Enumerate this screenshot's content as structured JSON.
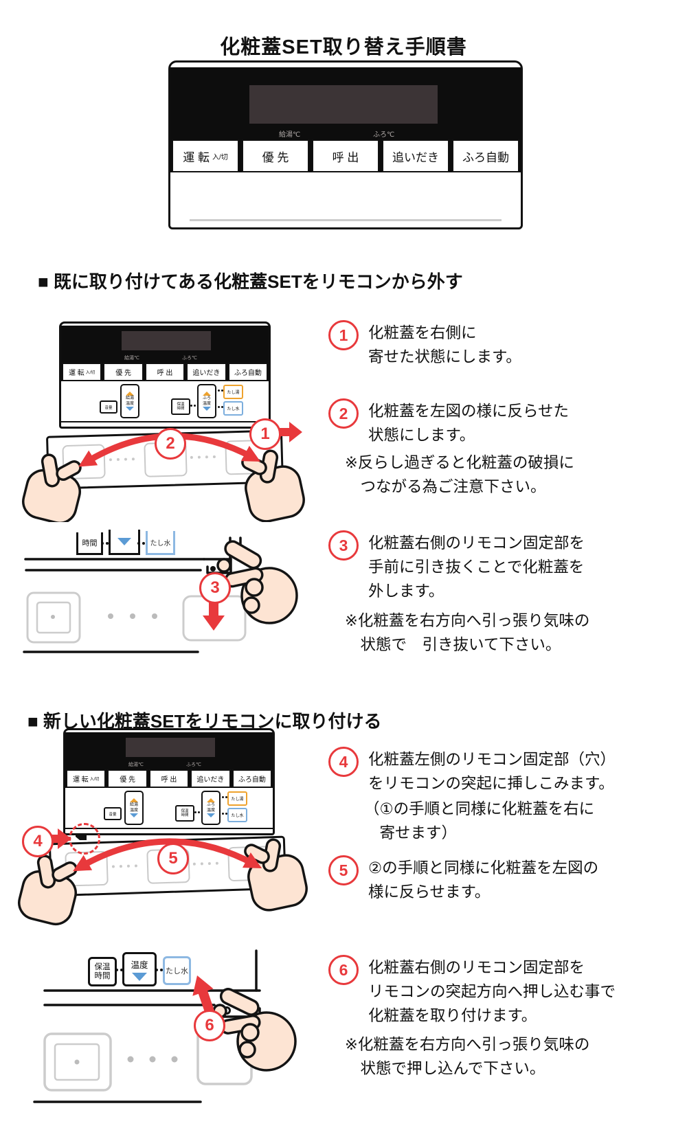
{
  "title": "化粧蓋SET取り替え手順書",
  "colors": {
    "red": "#e8393c",
    "orange": "#eea22d",
    "blue": "#5b9bd5",
    "light_blue_border": "#8db8e2",
    "skin": "#fde4d3",
    "display": "#3c3436"
  },
  "remote": {
    "display_labels": {
      "kyuto": "給湯℃",
      "furo": "ふろ℃"
    },
    "buttons": [
      {
        "main": "運 転",
        "sub": "入/切"
      },
      {
        "main": "優 先",
        "sub": ""
      },
      {
        "main": "呼 出",
        "sub": ""
      },
      {
        "main": "追いだき",
        "sub": ""
      },
      {
        "main": "ふろ自動",
        "sub": ""
      }
    ],
    "inner": {
      "volume": "音量",
      "kyuto": "給湯",
      "ondo": "温度",
      "hoon": "保温",
      "jikan": "時間",
      "furo": "ふろ",
      "tashiyu": "たし湯",
      "tashimizu": "たし水"
    }
  },
  "sections": {
    "remove": "■ 既に取り付けてある化粧蓋SETをリモコンから外す",
    "attach": "■ 新しい化粧蓋SETをリモコンに取り付ける"
  },
  "steps": {
    "s1": {
      "num": "1",
      "text": "化粧蓋を右側に\n寄せた状態にします。"
    },
    "s2": {
      "num": "2",
      "text": "化粧蓋を左図の様に反らせた\n状態にします。",
      "note": "※反らし過ぎると化粧蓋の破損に\n　つながる為ご注意下さい。"
    },
    "s3": {
      "num": "3",
      "text": "化粧蓋右側のリモコン固定部を\n手前に引き抜くことで化粧蓋を\n外します。",
      "note": "※化粧蓋を右方向へ引っ張り気味の\n　状態で　引き抜いて下さい。"
    },
    "s4": {
      "num": "4",
      "text": "化粧蓋左側のリモコン固定部（穴）\nをリモコンの突起に挿しこみます。",
      "note": "（①の手順と同様に化粧蓋を右に\n　寄せます）"
    },
    "s5": {
      "num": "5",
      "text": "②の手順と同様に化粧蓋を左図の\n様に反らせます。"
    },
    "s6": {
      "num": "6",
      "text": "化粧蓋右側のリモコン固定部を\nリモコンの突起方向へ押し込む事で\n化粧蓋を取り付けます。",
      "note": "※化粧蓋を右方向へ引っ張り気味の\n　状態で押し込んで下さい。"
    }
  }
}
